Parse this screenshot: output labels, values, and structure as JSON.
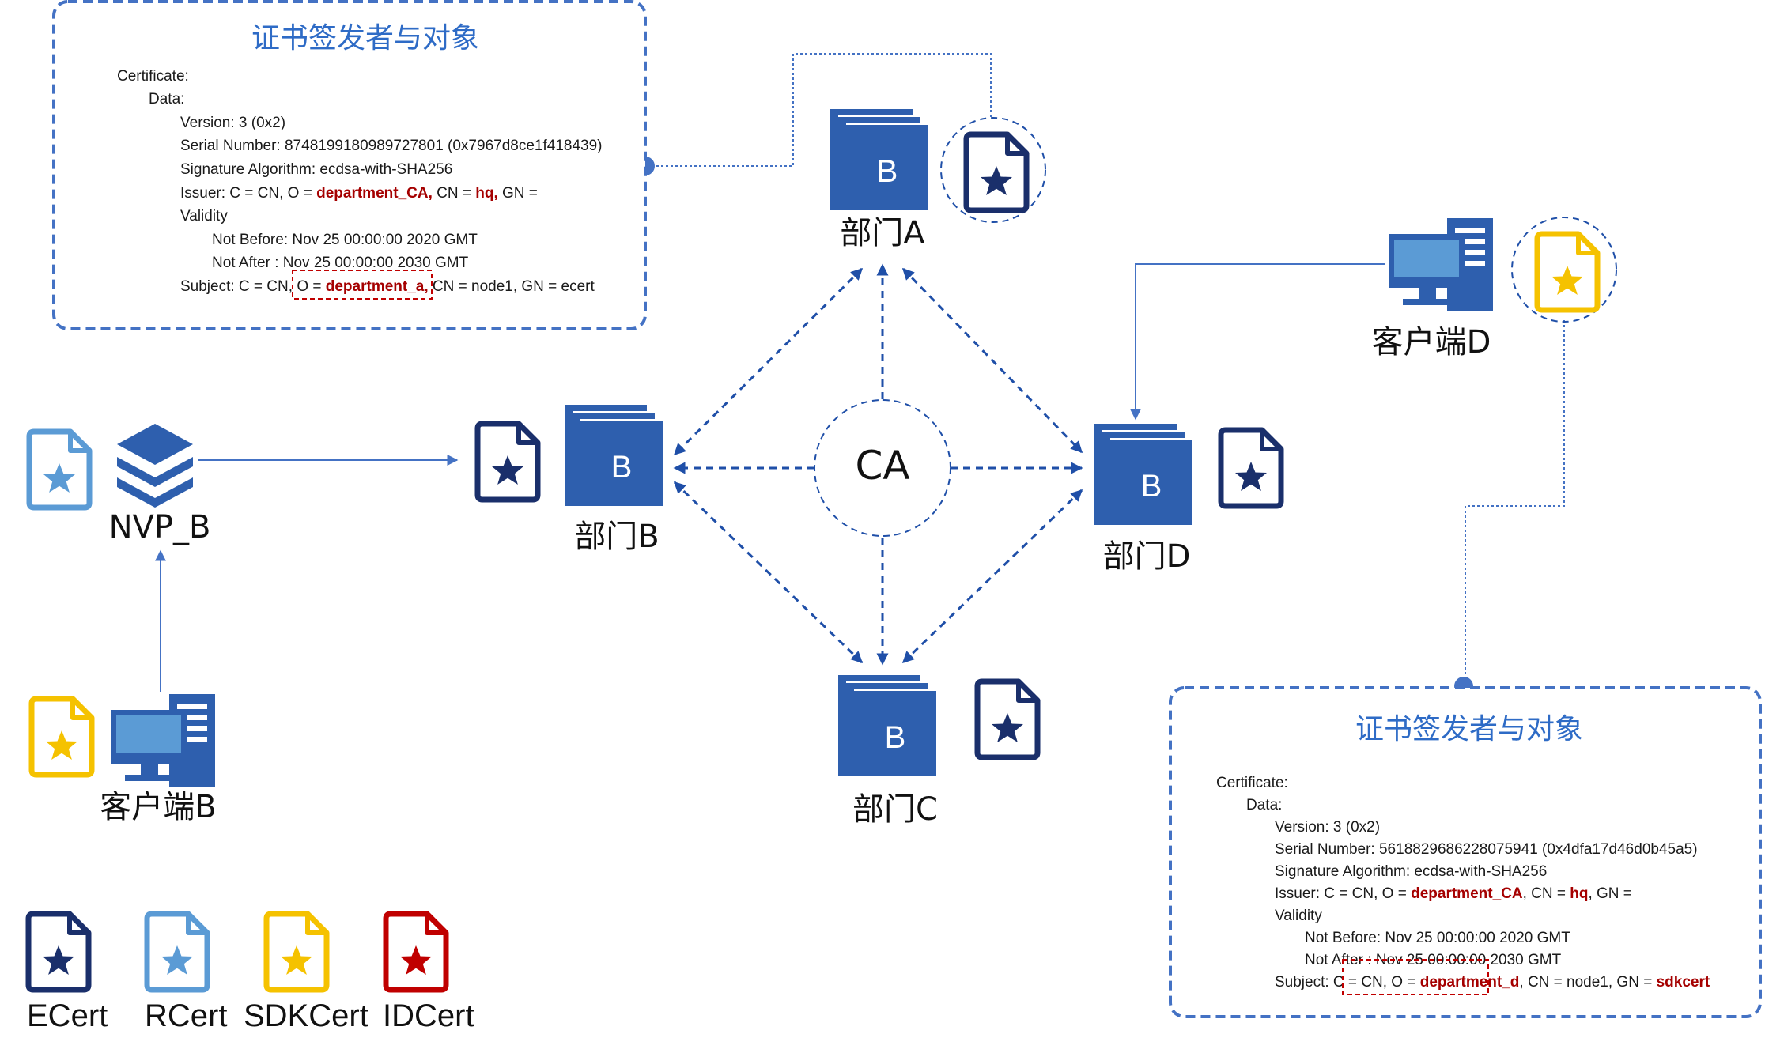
{
  "colors": {
    "blue_dark": "#1f3f8f",
    "blue_server": "#2e5fae",
    "blue_light": "#5b9bd5",
    "blue_arrow": "#1f4fa8",
    "yellow": "#f5c200",
    "red": "#c00000",
    "box_border": "#4472c4",
    "title_blue": "#2e6bc6",
    "highlight_red": "#a50000"
  },
  "nodes": {
    "ca": "CA",
    "server_letter": "B",
    "dept_a": "部门A",
    "dept_b": "部门B",
    "dept_c": "部门C",
    "dept_d": "部门D",
    "client_d": "客户端D",
    "client_b": "客户端B",
    "nvp_b": "NVP_B"
  },
  "cert_box_a": {
    "title": "证书签发者与对象",
    "certificate": "Certificate:",
    "data": "Data:",
    "version": "Version: 3 (0x2)",
    "serial": "Serial Number: 8748199180989727801 (0x7967d8ce1f418439)",
    "sig_alg": "Signature Algorithm: ecdsa-with-SHA256",
    "issuer_pre": "Issuer: C = CN, O = ",
    "issuer_org": "department_CA,",
    "issuer_mid": " CN = ",
    "issuer_cn": "hq,",
    "issuer_post": " GN =",
    "validity": "Validity",
    "not_before": "Not Before: Nov 25 00:00:00 2020 GMT",
    "not_after": "Not After : Nov 25 00:00:00 2030 GMT",
    "subject_pre": "Subject: C = CN, ",
    "subject_o_pre": "O = ",
    "subject_org": "department_a,",
    "subject_post": " CN = node1, GN = ecert"
  },
  "cert_box_d": {
    "title": "证书签发者与对象",
    "certificate": "Certificate:",
    "data": "Data:",
    "version": "Version: 3 (0x2)",
    "serial": "Serial Number: 5618829686228075941 (0x4dfa17d46d0b45a5)",
    "sig_alg": "Signature Algorithm: ecdsa-with-SHA256",
    "issuer_pre": "Issuer: C = CN, O = ",
    "issuer_org": "department_CA",
    "issuer_mid": ", CN = ",
    "issuer_cn": "hq",
    "issuer_post": ", GN =",
    "validity": "Validity",
    "not_before": "Not Before: Nov 25 00:00:00 2020 GMT",
    "not_after": "Not After : Nov 25 00:00:00 2030 GMT",
    "subject_pre": "Subject: C = CN, O = ",
    "subject_org": "department_d",
    "subject_mid": ", CN = node1, GN = ",
    "subject_gn": "sdkcert"
  },
  "legend": [
    {
      "label": "ECert",
      "icon": "ecert-icon",
      "color": "#1a2f6b"
    },
    {
      "label": "RCert",
      "icon": "rcert-icon",
      "color": "#5b9bd5"
    },
    {
      "label": "SDKCert",
      "icon": "sdkcert-icon",
      "color": "#f5c200"
    },
    {
      "label": "IDCert",
      "icon": "idcert-icon",
      "color": "#c00000"
    }
  ]
}
